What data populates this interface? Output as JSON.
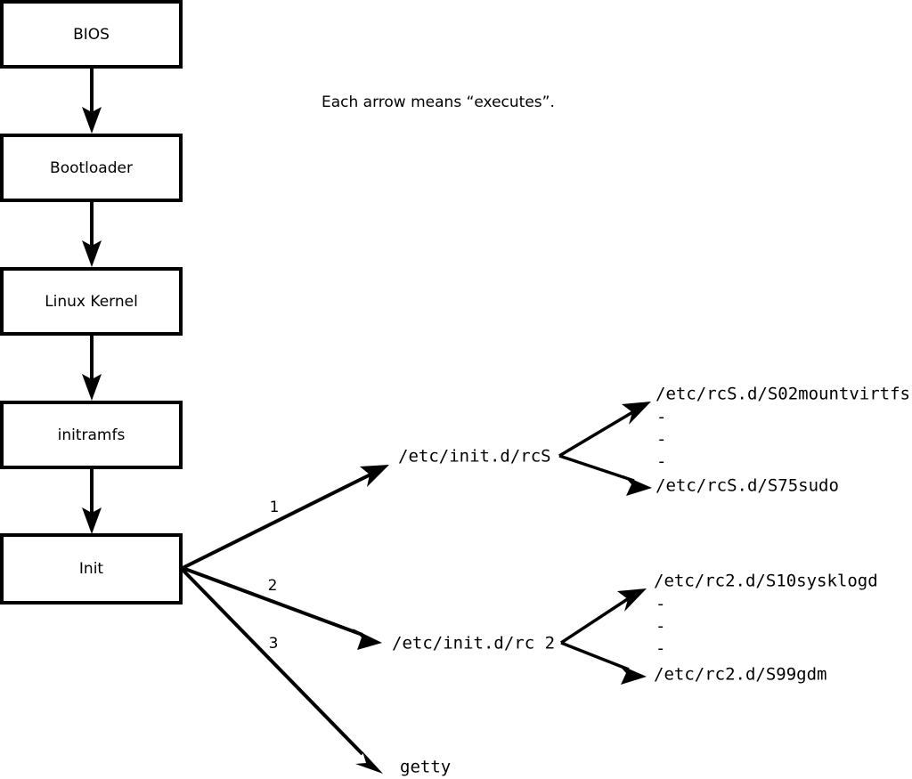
{
  "diagram": {
    "title": "Linux boot process flow diagram",
    "caption": "Each arrow means “executes”.",
    "colors": {
      "stroke": "#000000",
      "fill": "#ffffff",
      "background": "#ffffff"
    },
    "boot_chain": [
      {
        "id": "bios",
        "label": "BIOS"
      },
      {
        "id": "bootloader",
        "label": "Bootloader"
      },
      {
        "id": "kernel",
        "label": "Linux Kernel"
      },
      {
        "id": "initramfs",
        "label": "initramfs"
      },
      {
        "id": "init",
        "label": "Init"
      }
    ],
    "init_branches": [
      {
        "number": "1",
        "target": "/etc/init.d/rcS"
      },
      {
        "number": "2",
        "target": "/etc/init.d/rc 2"
      },
      {
        "number": "3",
        "target": "getty"
      }
    ],
    "rcs_scripts": {
      "first": "/etc/rcS.d/S02mountvirtfs",
      "ellipsis": [
        "-",
        "-",
        "-"
      ],
      "last": "/etc/rcS.d/S75sudo"
    },
    "rc2_scripts": {
      "first": "/etc/rc2.d/S10sysklogd",
      "ellipsis": [
        "-",
        "-",
        "-"
      ],
      "last": "/etc/rc2.d/S99gdm"
    }
  }
}
